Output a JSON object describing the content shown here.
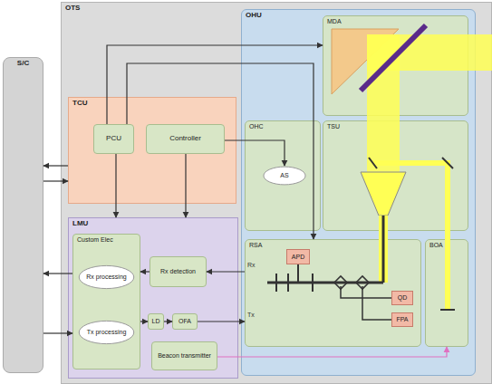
{
  "diagram": {
    "nodes": [
      {
        "text": [
          "S/C"
        ]
      },
      {
        "text": [
          "OTS"
        ]
      },
      {
        "text": [
          "TCU"
        ],
        "in": 1
      },
      {
        "text": [
          "PCU"
        ],
        "in": 2
      },
      {
        "text": [
          "Controller"
        ],
        "in": 2
      },
      {
        "text": [
          "LMU"
        ],
        "in": 1
      },
      {
        "text": [
          "Custom Elec"
        ],
        "in": 5
      },
      {
        "text": [
          "Rx processing"
        ],
        "in": 6
      },
      {
        "text": [
          "Tx processing"
        ],
        "in": 6
      },
      {
        "text": [
          "Rx detection"
        ],
        "in": 5
      },
      {
        "text": [
          "LD"
        ],
        "in": 5
      },
      {
        "text": [
          "OFA"
        ],
        "in": 5
      },
      {
        "text": [
          "Beacon transmitter"
        ],
        "in": 5
      },
      {
        "text": [
          "OHU"
        ],
        "in": 1
      },
      {
        "text": [
          "MDA"
        ],
        "in": 13
      },
      {
        "text": [
          "OHC"
        ],
        "in": 13
      },
      {
        "text": [
          "AS"
        ],
        "in": 15
      },
      {
        "text": [
          "TSU"
        ],
        "in": 13
      },
      {
        "text": [
          "RSA"
        ],
        "in": 13
      },
      {
        "text": [
          "APD"
        ],
        "in": 18
      },
      {
        "text": [
          "QD"
        ],
        "in": 18
      },
      {
        "text": [
          "FPA"
        ],
        "in": 18
      },
      {
        "text": [
          "BOA"
        ],
        "in": 13
      }
    ],
    "edges": [
      {
        "from": 2,
        "to": 0,
        "arrow": "to"
      },
      {
        "from": 0,
        "to": 2,
        "arrow": "to"
      },
      {
        "from": 6,
        "to": 0,
        "arrow": "to"
      },
      {
        "from": 0,
        "to": 6,
        "arrow": "to"
      },
      {
        "from": 3,
        "to": 14,
        "arrow": "to"
      },
      {
        "from": 3,
        "to": 18,
        "arrow": "to"
      },
      {
        "from": 3,
        "to": 5,
        "arrow": "to"
      },
      {
        "from": 4,
        "to": 5,
        "arrow": "to"
      },
      {
        "from": 4,
        "to": 16,
        "arrow": "to"
      },
      {
        "from": 9,
        "to": 6,
        "arrow": "to"
      },
      {
        "from": 18,
        "to": 9,
        "arrow": "to"
      },
      {
        "from": 6,
        "to": 10,
        "arrow": "to"
      },
      {
        "from": 10,
        "to": 11,
        "arrow": "to"
      },
      {
        "from": 11,
        "to": 18,
        "arrow": "to"
      },
      {
        "from": 12,
        "to": 22,
        "arrow": "to"
      }
    ],
    "labels": [
      "Rx",
      "Tx"
    ]
  }
}
